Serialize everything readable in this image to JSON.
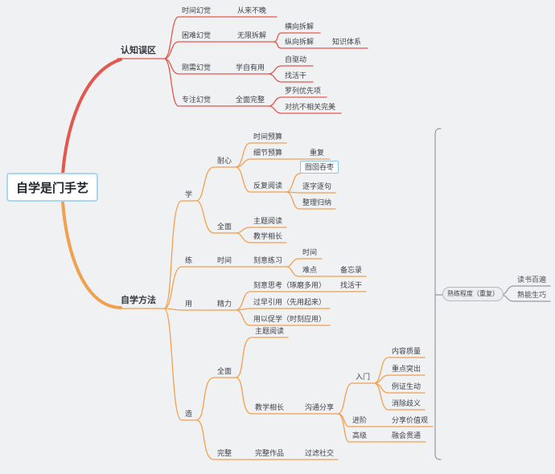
{
  "colors": {
    "branch_red": "#e2574e",
    "branch_orange": "#f0a150",
    "summary_gray": "#959ba1",
    "root_border": "#a9d6f0",
    "highlight_border": "#86c5ec",
    "background": "#f0f1f3"
  },
  "root": {
    "label": "自学是门手艺"
  },
  "misconceptions": {
    "title": "认知误区",
    "time_illusion": "时间幻觉",
    "never_too_late": "从来不晚",
    "difficulty_illusion": "困难幻觉",
    "infinite_breakdown": "无限拆解",
    "horizontal_breakdown": "横向拆解",
    "vertical_breakdown": "纵向拆解",
    "knowledge_system": "知识体系",
    "rigid_need_illusion": "刚需幻觉",
    "learning_is_useful": "学自有用",
    "self_driven": "自驱动",
    "find_work": "找活干",
    "focus_illusion": "专注幻觉",
    "comprehensive_complete": "全面完整",
    "list_priorities": "罗列优先项",
    "fight_irrelevant_perfection": "对抗不相关完美"
  },
  "methods": {
    "title": "自学方法",
    "learn": "学",
    "patience": "耐心",
    "time_budget": "时间预算",
    "detail_budget": "细节预算",
    "repeat": "重复",
    "repeated_reading": "反复阅读",
    "swallow_whole": "囫囵吞枣",
    "word_by_word": "逐字逐句",
    "organize_summarize": "整理归纳",
    "comprehensive": "全面",
    "theme_reading": "主题阅读",
    "teaching_benefits_learning": "教学相长",
    "practice": "练",
    "time": "时间",
    "deliberate_practice": "刻意练习",
    "time_detail": "时间",
    "difficult_points": "难点",
    "memo": "备忘录",
    "use": "用",
    "energy": "精力",
    "deliberate_thinking": "刻意思考（琢磨多用）",
    "find_work": "找活干",
    "early_citation": "过早引用（先用起来）",
    "use_promotes_learning": "用以促学（时刻应用）",
    "create": "造",
    "comprehensive_2": "全面",
    "theme_reading_2": "主题阅读",
    "teaching_benefits_learning_2": "教学相长",
    "communicate_share": "沟通分享",
    "beginner": "入门",
    "content_quality": "内容质量",
    "highlight_key_points": "重点突出",
    "vivid_examples": "例证生动",
    "remove_ambiguity": "消除歧义",
    "intermediate": "进阶",
    "share_values": "分享价值观",
    "advanced": "高级",
    "mastery": "融会贯通",
    "complete": "完整",
    "complete_works": "完整作品",
    "filter_social": "过滤社交"
  },
  "summary": {
    "title": "熟练程度（重复）",
    "read_hundred_times": "读书百遍",
    "practice_makes_perfect": "熟能生巧"
  }
}
